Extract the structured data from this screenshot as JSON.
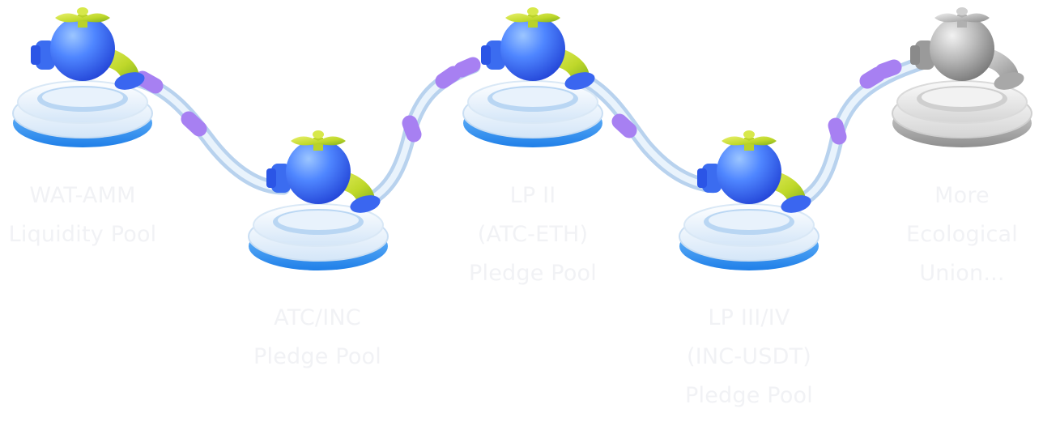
{
  "stations": [
    {
      "id": "wat-amm",
      "lines": [
        "WAT-AMM",
        "Liquidity Pool"
      ],
      "active": true
    },
    {
      "id": "atc-inc",
      "lines": [
        "ATC/INC",
        "Pledge Pool"
      ],
      "active": true
    },
    {
      "id": "lp-ii",
      "lines": [
        "LP II",
        "(ATC-ETH)",
        "Pledge Pool"
      ],
      "active": true
    },
    {
      "id": "lp-iii-iv",
      "lines": [
        "LP III/IV",
        "(INC-USDT)",
        "Pledge Pool"
      ],
      "active": true
    },
    {
      "id": "more",
      "lines": [
        "More",
        "Ecological",
        "Union..."
      ],
      "active": false
    }
  ],
  "colors": {
    "label_text": "#f1f2f5",
    "faucet_body": "#4f86ff",
    "faucet_body_dark": "#2b55e6",
    "faucet_handle": "#c8e02f",
    "ring_blue": "#3d9cf5",
    "ring_glass": "#e6f1fb",
    "pipe": "#cfe3f7",
    "pipe_joint": "#a780f2",
    "inactive": "#b5b5b5"
  }
}
